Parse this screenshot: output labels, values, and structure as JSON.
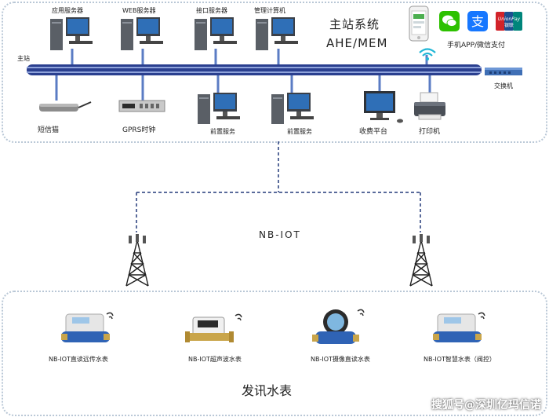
{
  "top_panel": {
    "system_title": "主站系统",
    "system_subtitle": "AHE/MEM",
    "bus_label": "主站",
    "servers": [
      "应用服务器",
      "WEB服务器",
      "接口服务器",
      "管理计算机"
    ],
    "devices": {
      "sms_cat": "短信猫",
      "gprs_clock": "GPRS时钟",
      "front_server_1": "前置服务",
      "front_server_2": "前置服务",
      "billing_platform": "收费平台",
      "printer": "打印机",
      "switch": "交换机"
    },
    "payment_label": "手机APP/微信支付",
    "payment_icons": [
      "phone-app-icon",
      "wechat-icon",
      "alipay-icon",
      "unionpay-icon"
    ]
  },
  "network": {
    "label": "NB-IOT"
  },
  "bottom_panel": {
    "title": "发讯水表",
    "meters": [
      "NB-IOT直读远传水表",
      "NB-IOT超声波水表",
      "NB-IOT摄像直读水表",
      "NB-IOT智慧水表（阀控）"
    ]
  },
  "watermark": "搜狐号@深圳亿玛信诺",
  "colors": {
    "bus": "#2a3f8f",
    "drop": "#5b7cc4",
    "panel_border": "#b9c7d6",
    "dashed": "#243a7a",
    "wechat": "#2dc100",
    "alipay": "#1677ff",
    "unionpay": "#d2232a"
  }
}
